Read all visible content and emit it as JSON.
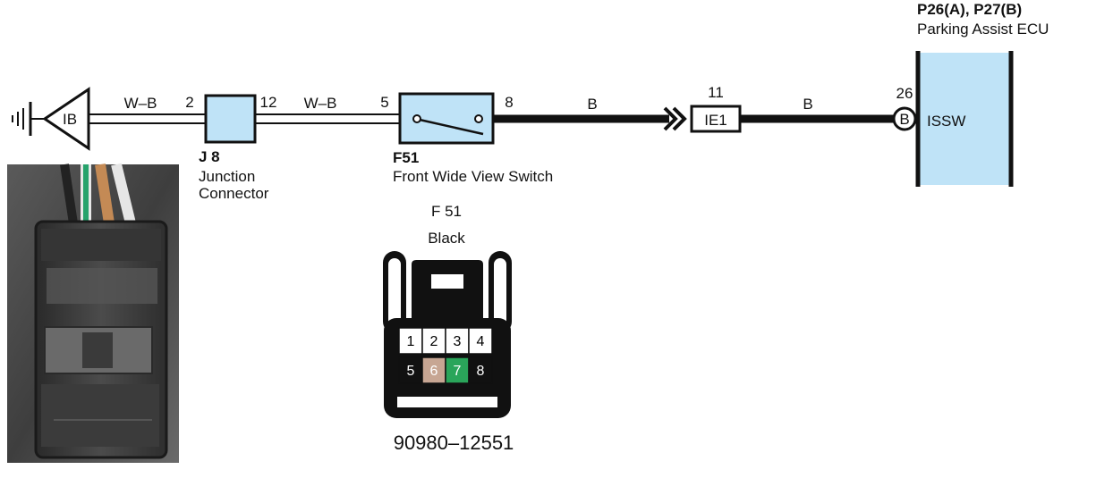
{
  "ecu": {
    "ref": "P26(A), P27(B)",
    "name": "Parking Assist ECU",
    "pin_number": "26",
    "pin_letter": "B",
    "terminal": "ISSW"
  },
  "ground": {
    "label": "IB"
  },
  "junction": {
    "ref": "J 8",
    "name_line1": "Junction",
    "name_line2": "Connector",
    "pin_in": "2",
    "pin_out": "12"
  },
  "switch": {
    "ref": "F51",
    "name": "Front Wide View Switch",
    "pin_in": "5",
    "pin_out": "8"
  },
  "splice": {
    "label": "IE1",
    "pin": "11"
  },
  "wires": {
    "w1_color": "W–B",
    "w2_color": "W–B",
    "w3_color": "B",
    "w4_color": "B"
  },
  "connector_face": {
    "ref": "F 51",
    "housing_color": "Black",
    "part_number": "90980–12551",
    "cavities": [
      {
        "num": "1",
        "fill": "#ffffff",
        "text": "#000000"
      },
      {
        "num": "2",
        "fill": "#ffffff",
        "text": "#000000"
      },
      {
        "num": "3",
        "fill": "#ffffff",
        "text": "#000000"
      },
      {
        "num": "4",
        "fill": "#ffffff",
        "text": "#000000"
      },
      {
        "num": "5",
        "fill": "#111111",
        "text": "#ffffff"
      },
      {
        "num": "6",
        "fill": "#c7a693",
        "text": "#ffffff"
      },
      {
        "num": "7",
        "fill": "#2aa55a",
        "text": "#ffffff"
      },
      {
        "num": "8",
        "fill": "#111111",
        "text": "#ffffff"
      }
    ]
  },
  "colors": {
    "component_fill": "#bfe3f7",
    "wire_black": "#111111"
  }
}
